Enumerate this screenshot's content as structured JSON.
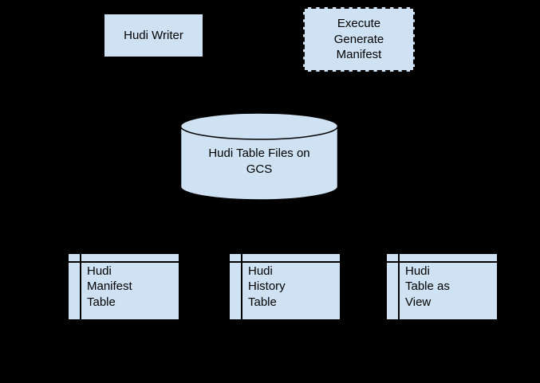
{
  "diagram": {
    "background_color": "#000000",
    "node_fill_color": "#cfe2f3",
    "node_border_color": "#000000",
    "text_color": "#000000",
    "nodes": {
      "hudi_writer": {
        "label": "Hudi Writer",
        "shape": "rectangle",
        "border_style": "solid"
      },
      "execute_generate_manifest": {
        "label": "Execute\nGenerate\nManifest",
        "shape": "rectangle",
        "border_style": "dashed"
      },
      "hudi_table_files_on_gcs": {
        "label": "Hudi Table Files on\nGCS",
        "shape": "cylinder",
        "border_style": "solid"
      },
      "hudi_manifest_table": {
        "label": "Hudi\nManifest\nTable",
        "shape": "internal-storage",
        "border_style": "solid"
      },
      "hudi_history_table": {
        "label": "Hudi\nHistory\nTable",
        "shape": "internal-storage",
        "border_style": "solid"
      },
      "hudi_table_as_view": {
        "label": "Hudi\nTable as\nView",
        "shape": "internal-storage",
        "border_style": "solid"
      }
    }
  }
}
